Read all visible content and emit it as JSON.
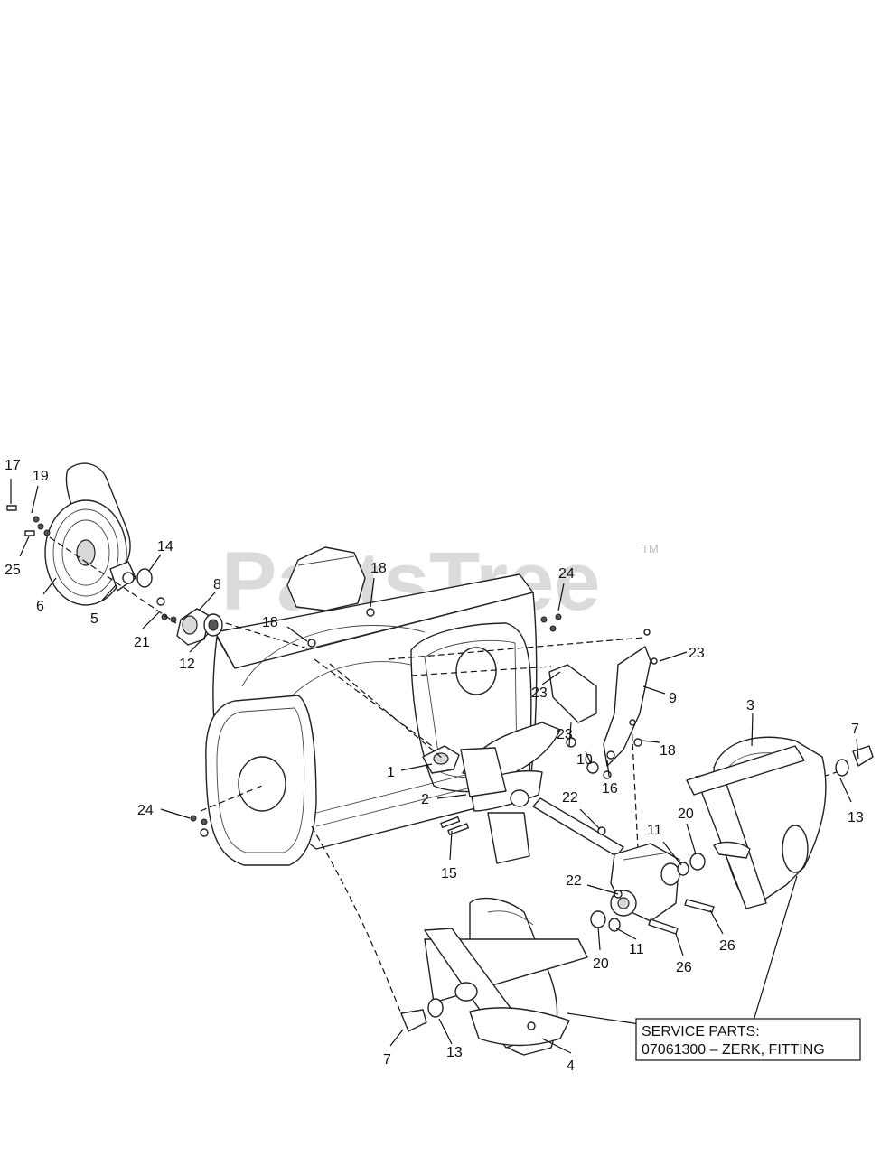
{
  "watermark": {
    "text": "PartsTree",
    "trademark": "TM"
  },
  "service_parts": {
    "line1": "SERVICE PARTS:",
    "line2": "07061300 – ZERK, FITTING"
  },
  "callouts": [
    {
      "id": "c17a",
      "label": "17"
    },
    {
      "id": "c19a",
      "label": "19"
    },
    {
      "id": "c25a",
      "label": "25"
    },
    {
      "id": "c6a",
      "label": "6"
    },
    {
      "id": "c5a",
      "label": "5"
    },
    {
      "id": "c14a",
      "label": "14"
    },
    {
      "id": "c21a",
      "label": "21"
    },
    {
      "id": "c8a",
      "label": "8"
    },
    {
      "id": "c12a",
      "label": "12"
    },
    {
      "id": "c18a",
      "label": "18"
    },
    {
      "id": "c18b",
      "label": "18"
    },
    {
      "id": "c24a",
      "label": "24"
    },
    {
      "id": "c23a",
      "label": "23"
    },
    {
      "id": "c9a",
      "label": "9"
    },
    {
      "id": "c23b",
      "label": "23"
    },
    {
      "id": "c23c",
      "label": "23"
    },
    {
      "id": "c18c",
      "label": "18"
    },
    {
      "id": "c10a",
      "label": "10"
    },
    {
      "id": "c16a",
      "label": "16"
    },
    {
      "id": "c3a",
      "label": "3"
    },
    {
      "id": "c7a",
      "label": "7"
    },
    {
      "id": "c13a",
      "label": "13"
    },
    {
      "id": "c1a",
      "label": "1"
    },
    {
      "id": "c2a",
      "label": "2"
    },
    {
      "id": "c24b",
      "label": "24"
    },
    {
      "id": "c22a",
      "label": "22"
    },
    {
      "id": "c15a",
      "label": "15"
    },
    {
      "id": "c11a",
      "label": "11"
    },
    {
      "id": "c20a",
      "label": "20"
    },
    {
      "id": "c22b",
      "label": "22"
    },
    {
      "id": "c11b",
      "label": "11"
    },
    {
      "id": "c20b",
      "label": "20"
    },
    {
      "id": "c26a",
      "label": "26"
    },
    {
      "id": "c26b",
      "label": "26"
    },
    {
      "id": "c7b",
      "label": "7"
    },
    {
      "id": "c13b",
      "label": "13"
    },
    {
      "id": "c4a",
      "label": "4"
    }
  ]
}
